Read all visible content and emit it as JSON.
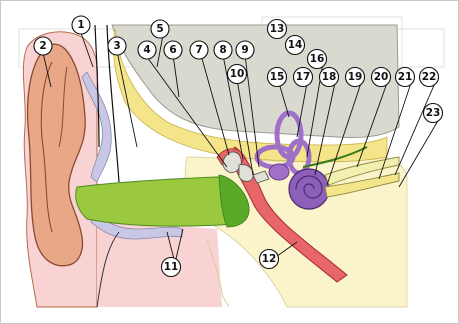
{
  "labels": [
    {
      "id": "l1",
      "text": "1"
    },
    {
      "id": "l2",
      "text": "2"
    },
    {
      "id": "l3",
      "text": "3"
    },
    {
      "id": "l4",
      "text": "4"
    },
    {
      "id": "l5",
      "text": "5"
    },
    {
      "id": "l6",
      "text": "6"
    },
    {
      "id": "l7",
      "text": "7"
    },
    {
      "id": "l8",
      "text": "8"
    },
    {
      "id": "l9",
      "text": "9"
    },
    {
      "id": "l10",
      "text": "10"
    },
    {
      "id": "l11",
      "text": "11"
    },
    {
      "id": "l12",
      "text": "12"
    },
    {
      "id": "l13",
      "text": "13"
    },
    {
      "id": "l14",
      "text": "14"
    },
    {
      "id": "l15",
      "text": "15"
    },
    {
      "id": "l16",
      "text": "16"
    },
    {
      "id": "l17",
      "text": "17"
    },
    {
      "id": "l18",
      "text": "18"
    },
    {
      "id": "l19",
      "text": "19"
    },
    {
      "id": "l20",
      "text": "20"
    },
    {
      "id": "l21",
      "text": "21"
    },
    {
      "id": "l22",
      "text": "22"
    },
    {
      "id": "l23",
      "text": "23"
    }
  ],
  "colors": {
    "skin": "#f9d3d3",
    "skin_outline": "#b86a4a",
    "bone": "#d9d9d0",
    "bone_light": "#ecebe3",
    "canal": "#9ac93f",
    "canal_dark": "#5aaa2a",
    "cartilage": "#c8c8e6",
    "yellow_tissue": "#f4e58a",
    "cream": "#fbf3c9",
    "eustachian": "#e8656a",
    "cochlea": "#8c5fb8",
    "semicircular": "#a070c8",
    "nerve": "#f2f0b0"
  }
}
